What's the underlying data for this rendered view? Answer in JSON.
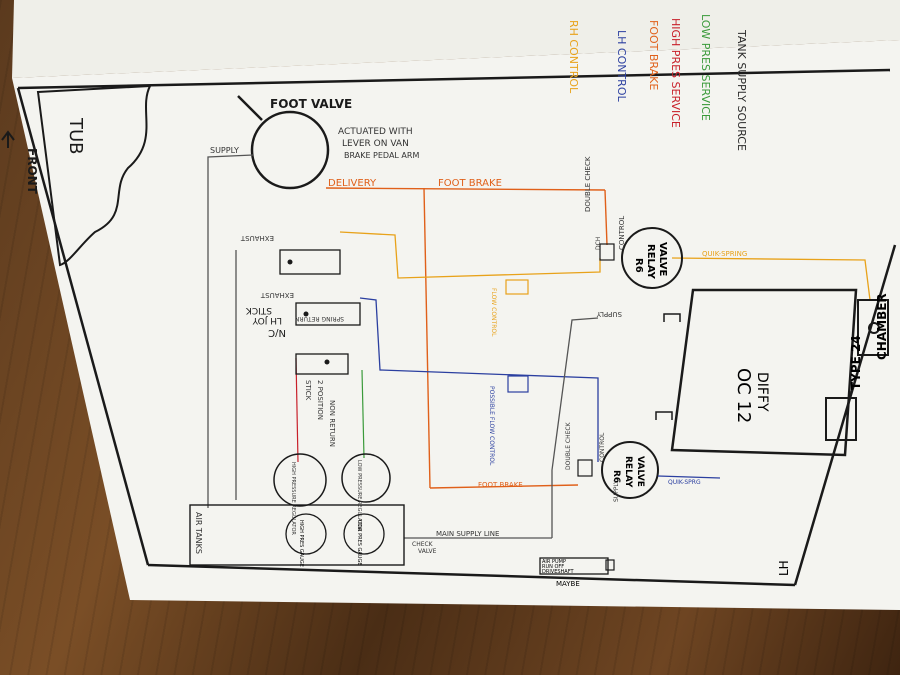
{
  "diagram": {
    "colors": {
      "paper": "#f4f4f0",
      "ink": "#1a1a1a",
      "rh_control": "#e8a21a",
      "lh_control": "#2b3fa0",
      "foot_brake": "#e0601a",
      "high_pres_service": "#c8202a",
      "low_pres_service": "#3a9a3a",
      "tank_supply_source": "#2a2a2a",
      "gray_line": "#555555"
    },
    "legend": {
      "rh_control": "RH CONTROL",
      "lh_control": "LH CONTROL",
      "foot_brake": "FOOT BRAKE",
      "high_pres_service": "HIGH PRES SERVICE",
      "low_pres_service": "LOW PRES SERVICE",
      "tank_supply_source": "TANK SUPPLY SOURCE"
    },
    "labels": {
      "tub": "TUB",
      "front": "FRONT",
      "foot_valve": "FOOT VALVE",
      "actuated_1": "ACTUATED WITH",
      "actuated_2": "LEVER ON VAN",
      "actuated_3": "BRAKE PEDAL ARM",
      "supply_top": "SUPPLY",
      "delivery": "DELIVERY",
      "foot_brake_top": "FOOT BRAKE",
      "foot_brake_bottom": "FOOT BRAKE",
      "exhaust_1": "EXHAUST",
      "exhaust_2": "EXHAUST",
      "nc_joy_1": "N/C",
      "nc_joy_2": "LH JOY",
      "nc_joy_3": "STICK",
      "spring_return": "SPRING RETURN",
      "non_return_1": "NON RETURN",
      "non_return_2": "2 POSITION",
      "non_return_3": "STICK",
      "double_check_top_1": "DOUBLE CHECK",
      "double_check_top_2": "DCH",
      "control_top": "CONTROL",
      "relay_top_1": "R6",
      "relay_top_2": "RELAY",
      "relay_top_3": "VALVE",
      "quick_spring": "QUIK-SPRING",
      "quick_spring_2": "QUIK-SPRG",
      "supply_mid": "SUPPLY",
      "flow_control_rh": "FLOW CONTROL",
      "flow_control_lh": "POSSIBLE FLOW CONTROL",
      "double_check_bot": "DOUBLE CHECK",
      "control_bot": "CONTROL",
      "relay_bot_1": "R6",
      "relay_bot_2": "RELAY",
      "relay_bot_3": "VALVE",
      "supply_bot": "SUPPLY",
      "diffy_1": "OC 12",
      "diffy_2": "DIFFY",
      "type24": "TYPE 24",
      "chamber": "CHAMBER",
      "gauge_1": "HIGH PRESSURE REGULATOR",
      "gauge_2": "LOW PRESSURE REGULATOR",
      "air_tanks": "AIR TANKS",
      "tank_gauge_1": "HIGH PRES GAUGE",
      "tank_gauge_2": "LOW PRES GAUGE",
      "check_valve_1": "CHECK",
      "check_valve_2": "VALVE",
      "main_supply": "MAIN SUPPLY LINE",
      "air_pump_1": "AIR PUMP",
      "air_pump_2": "RUN OFF",
      "air_pump_3": "DRIVESHAFT",
      "maybe": "MAYBE",
      "lh": "LH"
    }
  }
}
